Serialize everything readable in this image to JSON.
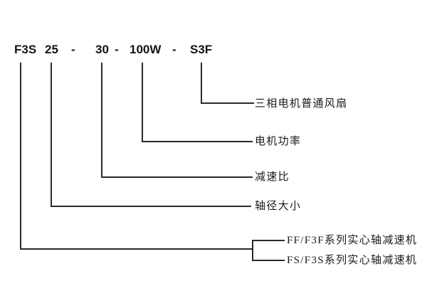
{
  "model_code": {
    "full": "F3S 25 - 30 - 100W - S3F",
    "tokens": [
      "F3S",
      "25",
      "-",
      "30",
      "-",
      "100W",
      "-",
      "S3F"
    ]
  },
  "callouts": {
    "fan": "三相电机普通风扇",
    "motor_power": "电机功率",
    "reduction_ratio": "减速比",
    "shaft_size": "轴径大小",
    "series_ff": "FF/F3F系列实心轴减速机",
    "series_fs": "FS/F3S系列实心轴减速机"
  },
  "colors": {
    "line": "#2a2a2a",
    "text": "#1a1a1a",
    "background": "#ffffff"
  }
}
